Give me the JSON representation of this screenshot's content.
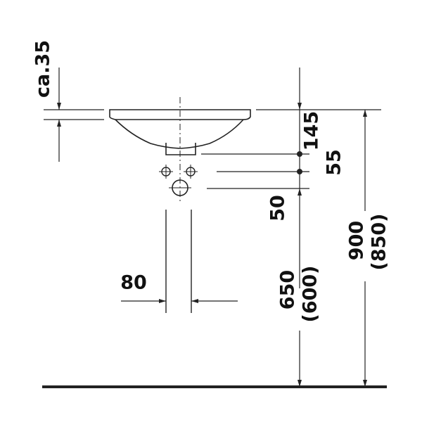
{
  "labels": {
    "depth": "ca.35",
    "overflow": "145",
    "trap": "55",
    "outlet": "50",
    "width": "80",
    "pipe_height": "650",
    "pipe_height_alt": "(600)",
    "rim_height": "900",
    "rim_height_alt": "(850)"
  },
  "colors": {
    "line": "#222222",
    "text": "#111111",
    "background": "#ffffff"
  }
}
